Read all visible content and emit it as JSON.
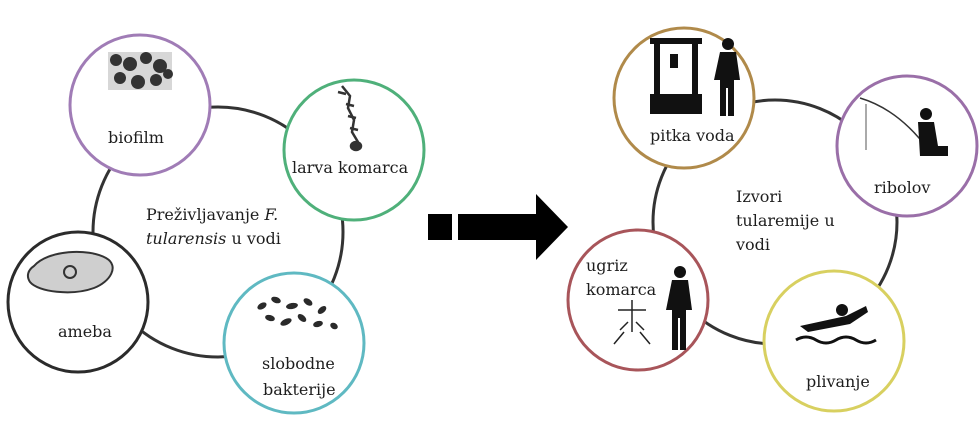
{
  "left_cycle": {
    "center_line1": "Preživljavanje ",
    "center_italic1": "F.",
    "center_italic2": "tularensis",
    "center_line2_rest": " u vodi",
    "nodes": {
      "biofilm": "biofilm",
      "larva": "larva komarca",
      "ameba": "ameba",
      "bacteria_line1": "slobodne",
      "bacteria_line2": "bakterije"
    },
    "node_colors": {
      "biofilm": "#a07cb6",
      "larva": "#4fb07a",
      "ameba": "#2b2b2b",
      "bacteria": "#5fb9c2"
    }
  },
  "right_cycle": {
    "center_line1": "Izvori",
    "center_line2": "tularemije u",
    "center_line3": "vodi",
    "nodes": {
      "water": "pitka voda",
      "fishing": "ribolov",
      "bite_line1": "ugriz",
      "bite_line2": "komarca",
      "swimming": "plivanje"
    },
    "node_colors": {
      "water": "#b08a4a",
      "fishing": "#9a6fa8",
      "bite": "#a8555a",
      "swimming": "#d8d060"
    }
  },
  "arrow": {
    "color": "#000000",
    "icon": "right-arrow-icon"
  }
}
